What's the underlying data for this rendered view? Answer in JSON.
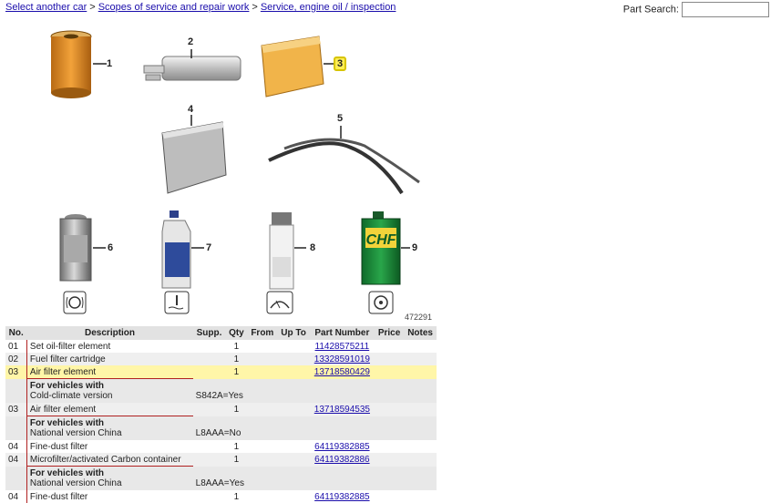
{
  "breadcrumb": {
    "items": [
      "Select another car",
      "Scopes of service and repair work",
      "Service, engine oil / inspection"
    ],
    "separator": ">"
  },
  "search": {
    "label": "Part Search:",
    "value": "",
    "placeholder": ""
  },
  "diagram": {
    "callouts": [
      "1",
      "2",
      "3",
      "4",
      "5",
      "6",
      "7",
      "8",
      "9"
    ],
    "highlighted_callout": "3",
    "id_label": "472291",
    "can_label": "CHF",
    "icons": [
      "brake-symbol-icon",
      "coolant-temperature-icon",
      "windshield-washer-icon",
      "steering-wheel-icon"
    ]
  },
  "table": {
    "headers": [
      "No.",
      "Description",
      "Supp.",
      "Qty",
      "From",
      "Up To",
      "Part Number",
      "Price",
      "Notes"
    ],
    "rows": [
      {
        "type": "part",
        "no": "01",
        "desc": "Set oil-filter element",
        "supp": "",
        "qty": "1",
        "from": "",
        "upto": "",
        "part": "11428575211",
        "price": "",
        "notes": ""
      },
      {
        "type": "part",
        "no": "02",
        "desc": "Fuel filter cartridge",
        "supp": "",
        "qty": "1",
        "from": "",
        "upto": "",
        "part": "13328591019",
        "price": "",
        "notes": ""
      },
      {
        "type": "part",
        "no": "03",
        "desc": "Air filter element",
        "supp": "",
        "qty": "1",
        "from": "",
        "upto": "",
        "part": "13718580429",
        "price": "",
        "notes": "",
        "highlight": true
      },
      {
        "type": "note",
        "title": "For vehicles with",
        "text": "Cold-climate version",
        "code": "S842A=Yes"
      },
      {
        "type": "part",
        "no": "03",
        "desc": "Air filter element",
        "supp": "",
        "qty": "1",
        "from": "",
        "upto": "",
        "part": "13718594535",
        "price": "",
        "notes": ""
      },
      {
        "type": "note",
        "title": "For vehicles with",
        "text": "National version China",
        "code": "L8AAA=No"
      },
      {
        "type": "part",
        "no": "04",
        "desc": "Fine-dust filter",
        "supp": "",
        "qty": "1",
        "from": "",
        "upto": "",
        "part": "64119382885",
        "price": "",
        "notes": ""
      },
      {
        "type": "part",
        "no": "04",
        "desc": "Microfilter/activated Carbon container",
        "supp": "",
        "qty": "1",
        "from": "",
        "upto": "",
        "part": "64119382886",
        "price": "",
        "notes": ""
      },
      {
        "type": "note",
        "title": "For vehicles with",
        "text": "National version China",
        "code": "L8AAA=Yes"
      },
      {
        "type": "part",
        "no": "04",
        "desc": "Fine-dust filter",
        "supp": "",
        "qty": "1",
        "from": "",
        "upto": "",
        "part": "64119382885",
        "price": "",
        "notes": ""
      }
    ]
  },
  "colors": {
    "highlight_row": "#fff6a8",
    "callout_highlight": "#ffee55",
    "note_rule": "#b02020",
    "header_bg": "#e2e2e2",
    "link": "#1a0dab"
  }
}
